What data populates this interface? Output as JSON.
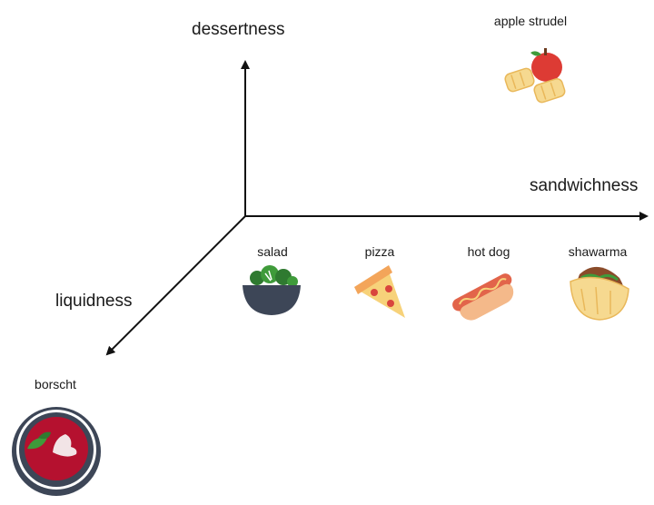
{
  "axes": {
    "y_label": "dessertness",
    "x_label": "sandwichness",
    "z_label": "liquidness"
  },
  "foods": [
    {
      "label": "apple strudel",
      "icon": "apple-strudel-icon"
    },
    {
      "label": "salad",
      "icon": "salad-bowl-icon"
    },
    {
      "label": "pizza",
      "icon": "pizza-slice-icon"
    },
    {
      "label": "hot dog",
      "icon": "hot-dog-icon"
    },
    {
      "label": "shawarma",
      "icon": "shawarma-icon"
    },
    {
      "label": "borscht",
      "icon": "borscht-bowl-icon"
    }
  ],
  "colors": {
    "axis": "#111111",
    "bowl_dark": "#3d4657",
    "greens": "#3f9b3a",
    "pizza_crust": "#f3a55a",
    "pizza_cheese": "#f7d27a",
    "pepperoni": "#d9453d",
    "sausage": "#e2644a",
    "bun": "#f4b98a",
    "apple": "#dd3b34",
    "pastry": "#f6d990",
    "borscht": "#b5112f"
  }
}
